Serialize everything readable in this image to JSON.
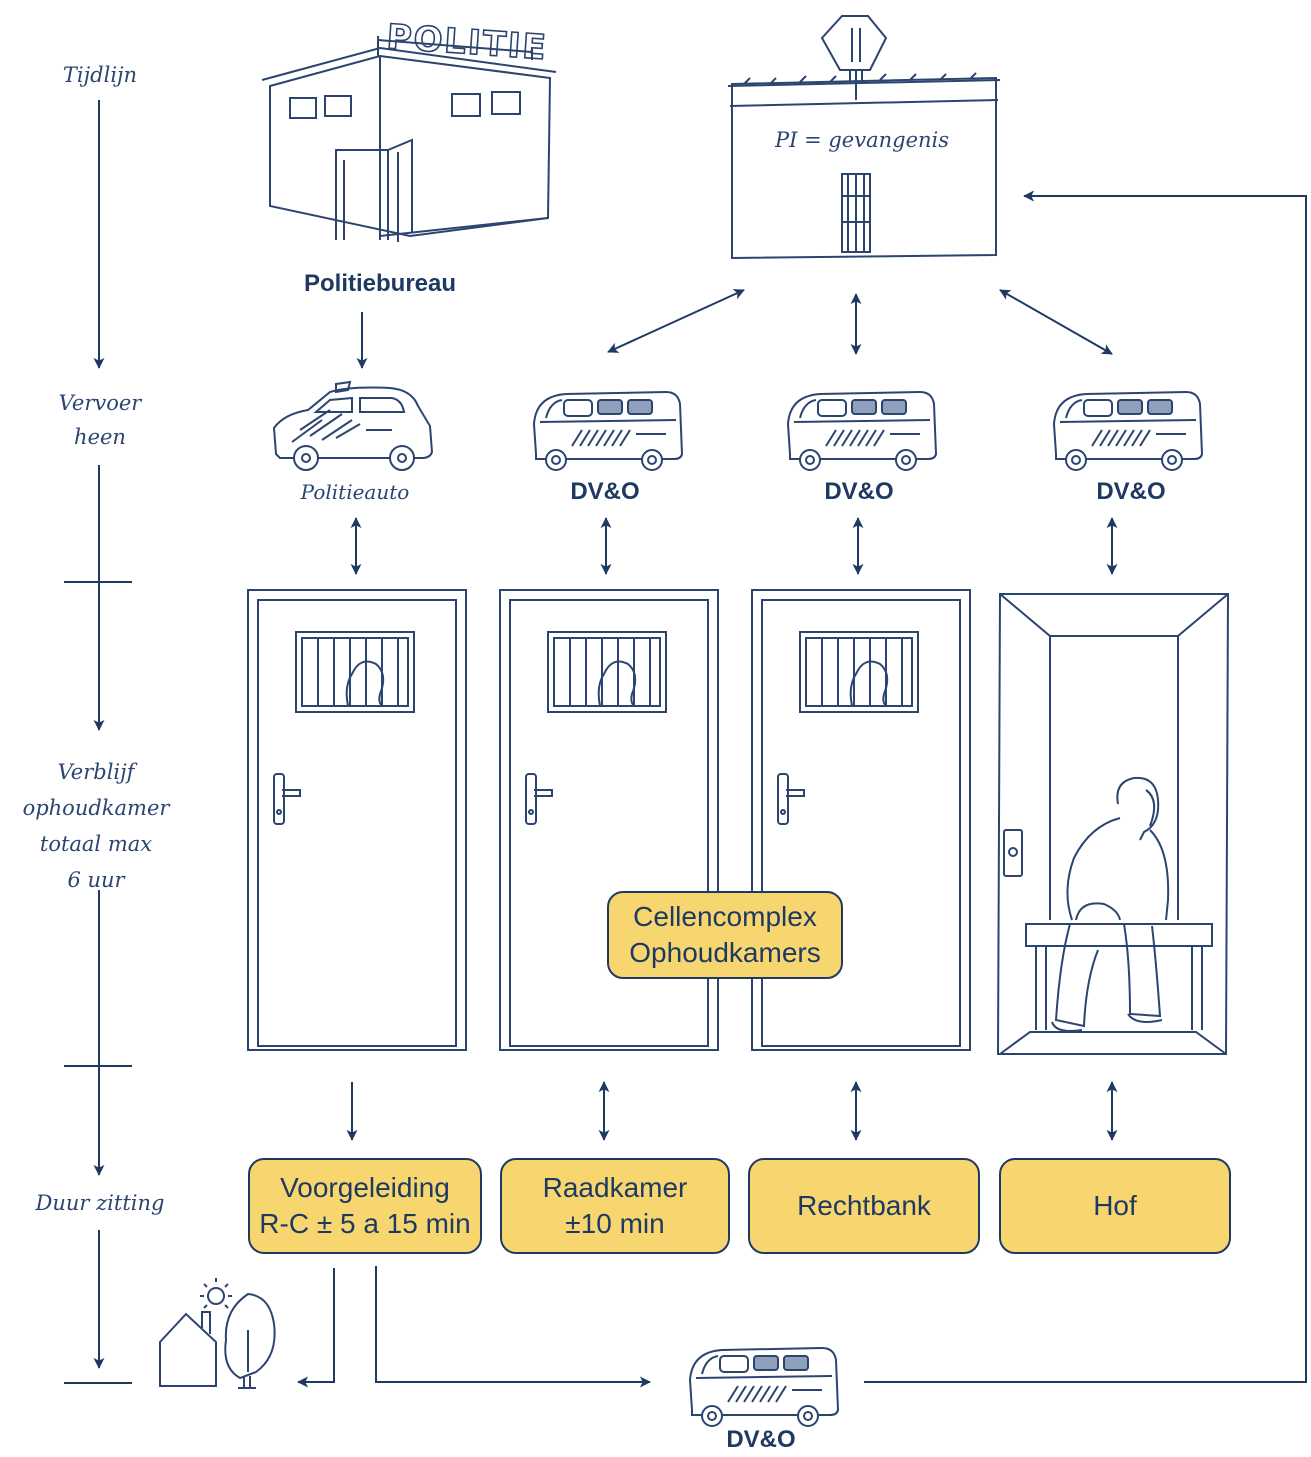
{
  "timeline": {
    "title": "Tijdlijn",
    "stages": [
      [
        "Vervoer",
        "heen"
      ],
      [
        "Verblijf",
        "ophoudkamer",
        "totaal max",
        "6 uur"
      ],
      [
        "Duur zitting"
      ]
    ]
  },
  "buildings": {
    "police_sign": "POLITIE",
    "police_station": "Politiebureau",
    "prison": "PI = gevangenis"
  },
  "vehicles": {
    "police_car": "Politieauto",
    "van": "DV&O"
  },
  "cells": {
    "label": [
      "Cellencomplex",
      "Ophoudkamers"
    ]
  },
  "sessions": [
    {
      "lines": [
        "Voorgeleiding",
        "R-C ± 5 a 15 min"
      ]
    },
    {
      "lines": [
        "Raadkamer",
        "±10 min"
      ]
    },
    {
      "lines": [
        "Rechtbank"
      ]
    },
    {
      "lines": [
        "Hof"
      ]
    }
  ],
  "colors": {
    "ink": "#1f3a62",
    "highlight": "#f7d66f",
    "sketch": "#2c4470"
  }
}
